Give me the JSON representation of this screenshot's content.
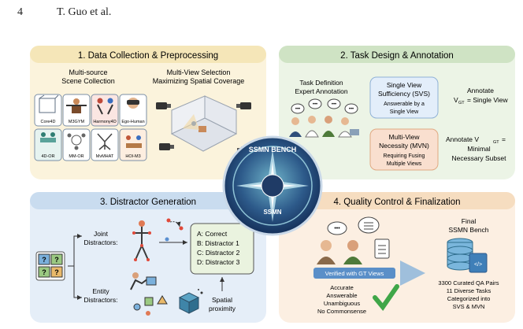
{
  "header": {
    "page_number": "4",
    "authors": "T. Guo et al."
  },
  "panels": {
    "p1": {
      "title": "1. Data Collection & Preprocessing",
      "left_heading": [
        "Multi-source",
        "Scene Collection"
      ],
      "right_heading": [
        "Multi-View Selection",
        "Maximizing Spatial Coverage"
      ],
      "datasets": [
        "Core4D",
        "M3GYM",
        "Harmony4D",
        "Ego-Human",
        "4D-OR",
        "MM-OR",
        "MvMHAT",
        "HOI-M3"
      ]
    },
    "p2": {
      "title": "2. Task Design & Annotation",
      "task_def": [
        "Task Definition",
        "Expert Annotation"
      ],
      "svs_title": [
        "Single View",
        "Sufficiency (SVS)"
      ],
      "svs_desc": [
        "Answerable by a",
        "Single View"
      ],
      "svs_annot": [
        "Annotate",
        "= Single View"
      ],
      "mvn_title": [
        "Multi-View",
        "Necessity (MVN)"
      ],
      "mvn_desc": [
        "Requiring Fusing",
        "Multiple Views"
      ],
      "mvn_annot": [
        "Annotate V",
        "=",
        "Minimal",
        "Necessary Subset"
      ],
      "vgt": "V",
      "vgt_sub": "GT"
    },
    "p3": {
      "title": "3. Distractor Generation",
      "joint_label": [
        "Joint",
        "Distractors:"
      ],
      "entity_label": [
        "Entity",
        "Distractors:"
      ],
      "options": [
        "A: Correct",
        "B: Distractor 1",
        "C: Distractor 2",
        "D: Distractor 3"
      ],
      "spatial": [
        "Spatial",
        "proximity"
      ],
      "qmark": "?"
    },
    "p4": {
      "title": "4. Quality Control & Finalization",
      "final": [
        "Final",
        "SSMN Bench"
      ],
      "verified": "Verified with GT Views",
      "criteria": [
        "Accurate",
        "Answerable",
        "Unambiguous",
        "No Commonsense"
      ],
      "stats": [
        "3300 Curated QA Pairs",
        "11 Diverse Tasks",
        "Categorized into",
        "SVS & MVN"
      ]
    },
    "badge": {
      "title": "SSMN BENCH",
      "sub": "SSMN"
    }
  },
  "colors": {
    "yellow_head": "#f5e6b8",
    "yellow_body": "#fbf3dc",
    "green_head": "#cfe3c4",
    "green_body": "#ecf4e6",
    "blue_head": "#c9dcef",
    "blue_body": "#e5eef8",
    "orange_head": "#f6ddc0",
    "orange_body": "#fcefe2",
    "badge_navy": "#1f3b66",
    "badge_teal": "#4aa3b8"
  }
}
